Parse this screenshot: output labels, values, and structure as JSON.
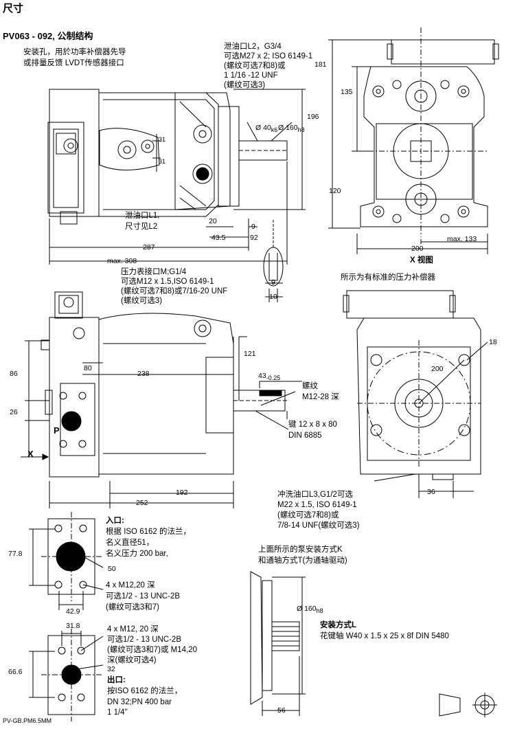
{
  "header": {
    "title": "尺寸",
    "subtitle": "PV063 - 092, 公制结构"
  },
  "top_view": {
    "note_mount_hole": [
      "安装孔，用於功率补偿器先导",
      "或排量反馈 LVDT传感器接口"
    ],
    "note_drain_l2": [
      "泄油口L2，G3/4",
      "可选M27 x 2; ISO 6149-1",
      "(螺纹可选7和8)或",
      "1 1/16 -12 UNF",
      "(螺纹可选3)"
    ],
    "note_drain_l1": [
      "泄油口L1,",
      "尺寸见L2"
    ],
    "dim_31_a": "31",
    "dim_31_b": "31",
    "dim_shaft_dia": "Ø 40",
    "dim_shaft_tol": "k6",
    "dim_pilot_dia": "Ø 160",
    "dim_pilot_tol": "h8",
    "dim_196": "196",
    "dim_20": "20",
    "dim_9": "9",
    "dim_43_5": "43.5",
    "dim_92": "92",
    "dim_287": "287",
    "dim_max308": "max. 308"
  },
  "x_view": {
    "dim_181": "181",
    "dim_135": "135",
    "dim_120": "120",
    "dim_200": "200",
    "dim_max133": "max. 133",
    "caption": "X 视图"
  },
  "key_detail": {
    "dim_9": "9",
    "dim_10": "10"
  },
  "side_view": {
    "note_gauge_port": [
      "压力表接口M;G1/4",
      "可选M12 x 1.5,ISO 6149-1",
      "(螺纹可选7和8)或7/16-20 UNF",
      "(螺纹可选3)"
    ],
    "dim_121": "121",
    "dim_80": "80",
    "dim_238": "238",
    "dim_86": "86",
    "dim_26": "26",
    "dim_43": "43",
    "dim_43_tol": "-0.25",
    "label_p": "P",
    "label_x": "X",
    "dim_192": "192",
    "dim_252": "252",
    "note_thread": [
      "螺纹",
      "M12-28 深"
    ],
    "note_key": [
      "键 12 x 8 x 80",
      "DIN 6885"
    ]
  },
  "front_view": {
    "caption": "所示为有标准的压力补偿器",
    "dim_18": "18",
    "dim_200": "200",
    "dim_36": "36",
    "note_flush_port": [
      "冲洗油口L3,G1/2可选",
      "M22 x 1.5, ISO 6149-1",
      "(螺纹可选7和8)或",
      "7/8-14 UNF(螺纹可选3)"
    ]
  },
  "inlet_flange": {
    "title": "入口:",
    "desc": [
      "根据 ISO 6162 的法兰，",
      "名义直径51，",
      "名义压力 200 bar,"
    ],
    "dim_77_8": "77.8",
    "dim_50": "50",
    "bolts": [
      "4 x M12,20 深",
      "可选1/2 - 13 UNC-2B",
      "(螺纹可选3和7)"
    ],
    "dim_42_9": "42.9"
  },
  "outlet_flange": {
    "dim_31_8": "31.8",
    "bolts": [
      "4 x M12, 20 深",
      "可选1/2 - 13 UNC-2B",
      "(螺纹可选3和7)或 M14,20",
      "深(螺纹可选4)"
    ],
    "dim_66_6": "66.6",
    "dim_32": "32",
    "title": "出口:",
    "desc": [
      "按ISO 6162 的法兰，",
      "DN 32;PN 400 bar",
      "1 1/4\""
    ]
  },
  "spline_view": {
    "caption_1": "上面所示的泵安装方式K",
    "caption_2": "和通轴方式T(为通轴驱动)",
    "dim_pilot": "Ø 160",
    "dim_pilot_tol": "h8",
    "mount_title": "安装方式L",
    "mount_desc": "花键轴 W40 x 1.5 x 25 x 8f DIN 5480",
    "dim_56": "56"
  },
  "footer": {
    "doc_code": "PV-GB.PM6.5MM"
  }
}
